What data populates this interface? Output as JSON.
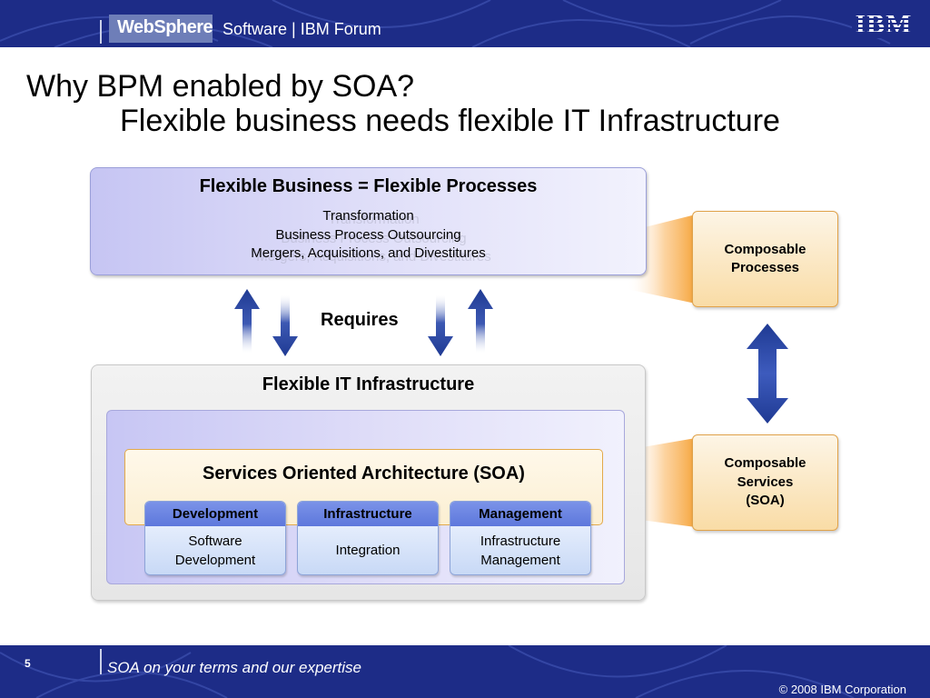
{
  "header": {
    "brand": "WebSphere",
    "forum": "Software | IBM Forum",
    "logo_text": "IBM"
  },
  "title": {
    "line1": "Why BPM enabled by SOA?",
    "line2": "Flexible business needs flexible IT Infrastructure"
  },
  "business_box": {
    "title": "Flexible Business = Flexible Processes",
    "lines": [
      "Transformation",
      "Business Process Outsourcing",
      "Mergers, Acquisitions, and Divestitures"
    ]
  },
  "requires_label": "Requires",
  "it_box": {
    "title": "Flexible IT Infrastructure",
    "soa_title": "Services Oriented Architecture (SOA)",
    "pillars": [
      {
        "head": "Development",
        "body_lines": [
          "Software",
          "Development"
        ]
      },
      {
        "head": "Infrastructure",
        "body_lines": [
          "Integration"
        ]
      },
      {
        "head": "Management",
        "body_lines": [
          "Infrastructure",
          "Management"
        ]
      }
    ]
  },
  "composable": {
    "processes_lines": [
      "Composable",
      "Processes"
    ],
    "services_lines": [
      "Composable",
      "Services",
      "(SOA)"
    ]
  },
  "footer": {
    "page": "5",
    "tagline": "SOA on your terms and our expertise",
    "copyright": "© 2008 IBM Corporation"
  },
  "colors": {
    "band": "#1d2c87",
    "arrow": "#1f3a93",
    "accent_orange": "#f5a43a",
    "pillar_head": "#5d78dc"
  }
}
